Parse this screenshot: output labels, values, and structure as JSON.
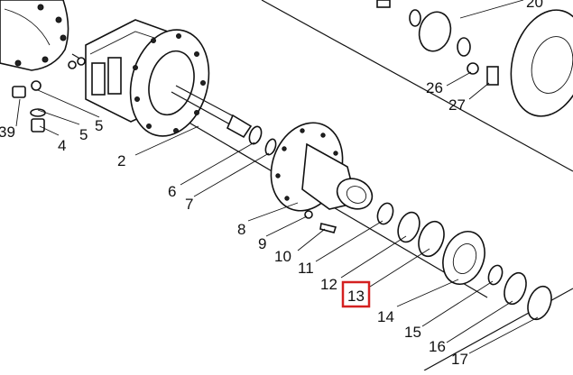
{
  "diagram": {
    "labels": [
      {
        "id": "l39",
        "text": "39"
      },
      {
        "id": "l4",
        "text": "4"
      },
      {
        "id": "l5a",
        "text": "5"
      },
      {
        "id": "l5b",
        "text": "5"
      },
      {
        "id": "l2",
        "text": "2"
      },
      {
        "id": "l6",
        "text": "6"
      },
      {
        "id": "l7",
        "text": "7"
      },
      {
        "id": "l8",
        "text": "8"
      },
      {
        "id": "l9",
        "text": "9"
      },
      {
        "id": "l10",
        "text": "10"
      },
      {
        "id": "l11",
        "text": "11"
      },
      {
        "id": "l12",
        "text": "12"
      },
      {
        "id": "l13",
        "text": "13"
      },
      {
        "id": "l14",
        "text": "14"
      },
      {
        "id": "l15",
        "text": "15"
      },
      {
        "id": "l16",
        "text": "16"
      },
      {
        "id": "l17",
        "text": "17"
      },
      {
        "id": "l20",
        "text": "20"
      },
      {
        "id": "l26",
        "text": "26"
      },
      {
        "id": "l27",
        "text": "27"
      }
    ],
    "highlight": {
      "label": "13",
      "color": "#d42020"
    }
  }
}
